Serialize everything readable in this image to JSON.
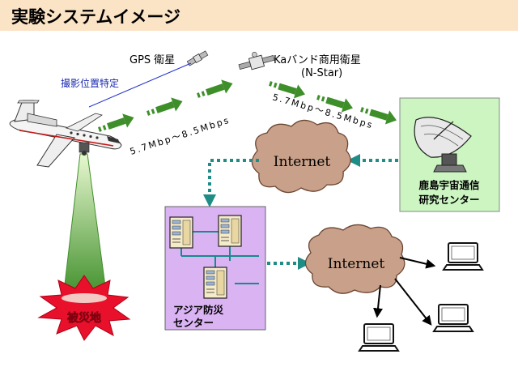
{
  "header": {
    "title": "実験システムイメージ",
    "band_color": "#FBE3C6"
  },
  "satellites": {
    "gps_label": "GPS 衛星",
    "ka_label": "Kaバンド商用衛星",
    "ka_sub": "(N-Star)"
  },
  "aircraft": {
    "gps_link_label": "撮影位置特定"
  },
  "links": {
    "uplink_rate": "5.7Mbp〜8.5Mbps",
    "downlink_rate": "5.7Mbp〜8.5Mbps"
  },
  "disaster": {
    "label": "被災地"
  },
  "kashima": {
    "line1": "鹿島宇宙通信",
    "line2": "研究センター",
    "box_color": "#CCF5C2"
  },
  "internet_top": {
    "label": "Internet"
  },
  "internet_bottom": {
    "label": "Internet"
  },
  "asia_center": {
    "line1": "アジア防災",
    "line2": "センター",
    "box_color": "#D9B3F2"
  },
  "colors": {
    "arrow_green": "#3E8E2A",
    "dotted_teal": "#1F8C86",
    "cloud_fill": "#C9A089",
    "burst_red": "#E8102A",
    "network_teal": "#158C8C"
  }
}
